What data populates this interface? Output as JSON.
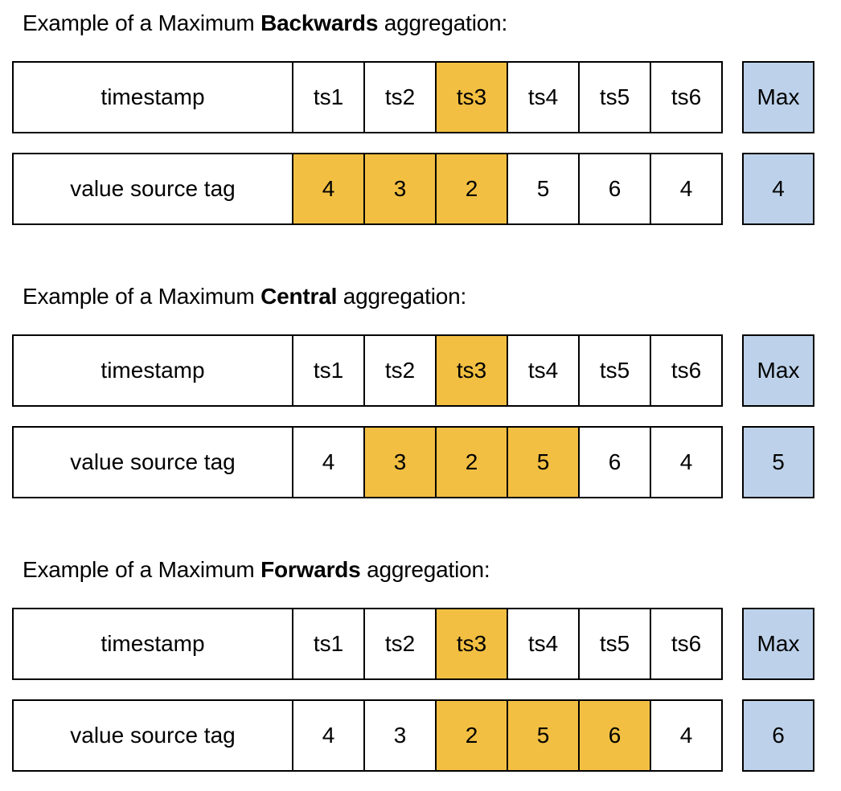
{
  "colors": {
    "highlight_fill": "#F2BF42",
    "result_fill": "#BDD2EA",
    "border": "#000000",
    "text": "#000000",
    "background": "#FFFFFF"
  },
  "columns": [
    "ts1",
    "ts2",
    "ts3",
    "ts4",
    "ts5",
    "ts6"
  ],
  "sections": [
    {
      "title_prefix": "Example of a Maximum ",
      "title_bold": "Backwards",
      "title_suffix": " aggregation:",
      "timestamp_label": "timestamp",
      "timestamp_highlight": [
        2
      ],
      "value_label": "value source tag",
      "values": [
        "4",
        "3",
        "2",
        "5",
        "6",
        "4"
      ],
      "value_highlight": [
        0,
        1,
        2
      ],
      "max_label": "Max",
      "max_value": "4"
    },
    {
      "title_prefix": "Example of a Maximum ",
      "title_bold": "Central",
      "title_suffix": " aggregation:",
      "timestamp_label": "timestamp",
      "timestamp_highlight": [
        2
      ],
      "value_label": "value source tag",
      "values": [
        "4",
        "3",
        "2",
        "5",
        "6",
        "4"
      ],
      "value_highlight": [
        1,
        2,
        3
      ],
      "max_label": "Max",
      "max_value": "5"
    },
    {
      "title_prefix": "Example of a Maximum ",
      "title_bold": "Forwards",
      "title_suffix": " aggregation:",
      "timestamp_label": "timestamp",
      "timestamp_highlight": [
        2
      ],
      "value_label": "value source tag",
      "values": [
        "4",
        "3",
        "2",
        "5",
        "6",
        "4"
      ],
      "value_highlight": [
        2,
        3,
        4
      ],
      "max_label": "Max",
      "max_value": "6"
    }
  ]
}
